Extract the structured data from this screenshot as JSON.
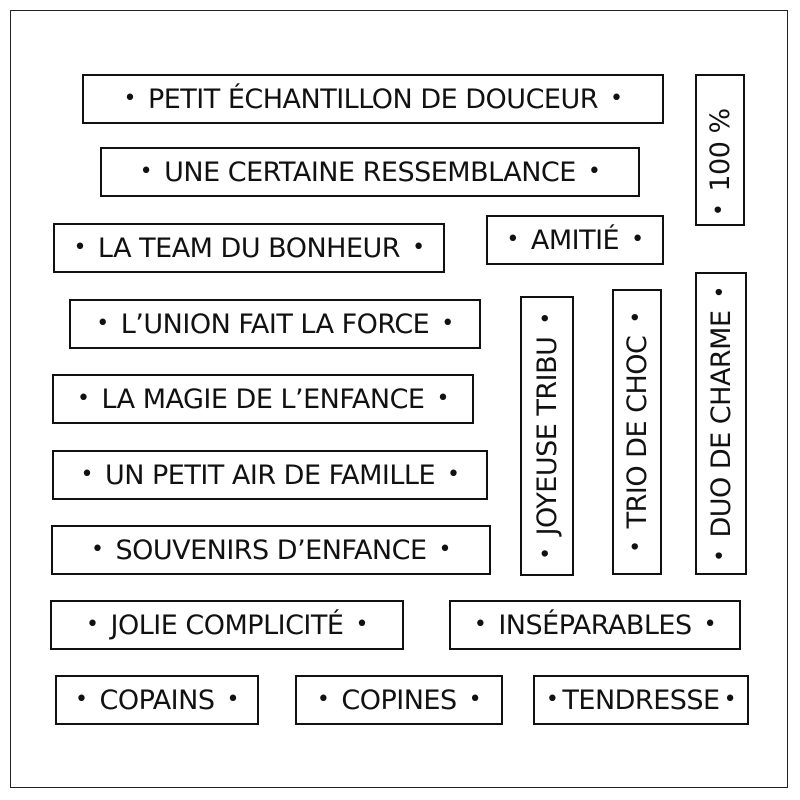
{
  "stamps": {
    "petit_echantillon": "PETIT ÉCHANTILLON DE DOUCEUR",
    "une_certaine": "UNE CERTAINE RESSEMBLANCE",
    "team_bonheur": "LA TEAM DU BONHEUR",
    "amitie": "AMITIÉ",
    "union": "L’UNION FAIT LA FORCE",
    "magie": "LA MAGIE DE L’ENFANCE",
    "petit_air": "UN PETIT AIR DE FAMILLE",
    "souvenirs": "SOUVENIRS D’ENFANCE",
    "jolie": "JOLIE COMPLICITÉ",
    "inseparables": "INSÉPARABLES",
    "copains": "COPAINS",
    "copines": "COPINES",
    "tendresse": "TENDRESSE",
    "cent": "100 %",
    "joyeuse": "JOYEUSE TRIBU",
    "trio": "TRIO DE CHOC",
    "duo": "DUO DE CHARME"
  },
  "bullet": "•"
}
